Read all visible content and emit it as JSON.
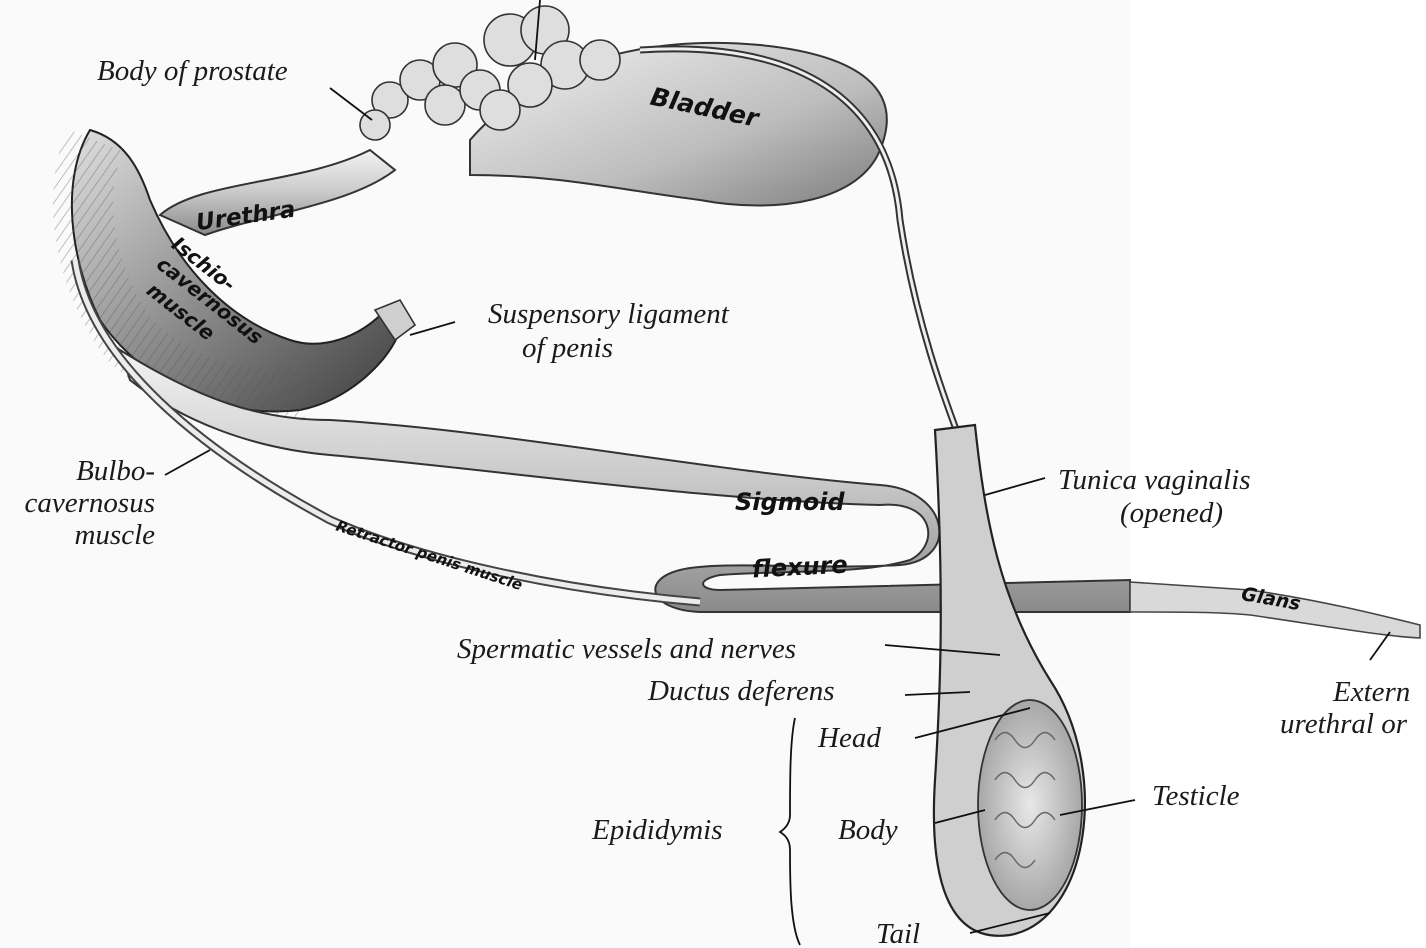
{
  "labels": {
    "body_of_prostate": "Body of prostate",
    "suspensory_ligament_1": "Suspensory ligament",
    "suspensory_ligament_2": "of penis",
    "bulbo_1": "Bulbo-",
    "bulbo_2": "cavernosus",
    "bulbo_3": "muscle",
    "tunica_1": "Tunica vaginalis",
    "tunica_2": "(opened)",
    "spermatic": "Spermatic vessels and nerves",
    "ductus": "Ductus deferens",
    "head": "Head",
    "body": "Body",
    "tail": "Tail",
    "epididymis": "Epididymis",
    "testicle": "Testicle",
    "external_1": "Extern",
    "external_2": "urethral or"
  },
  "organ_text": {
    "bladder": "Bladder",
    "urethra": "Urethra",
    "ischio_1": "Ischio-",
    "ischio_2": "cavernosus",
    "ischio_3": "muscle",
    "sigmoid": "Sigmoid",
    "flexure": "flexure",
    "retractor": "Retractor penis muscle",
    "glans": "Glans"
  }
}
